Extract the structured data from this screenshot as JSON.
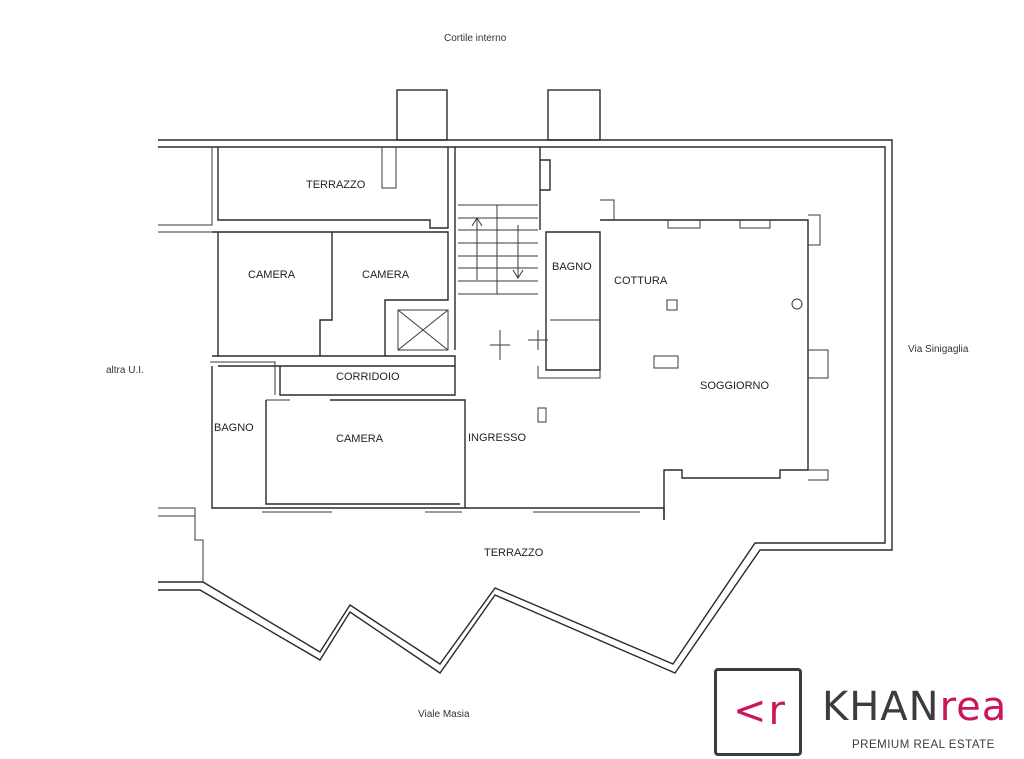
{
  "labels": {
    "courtyard": "Cortile interno",
    "terrace_top": "TERRAZZO",
    "camera_1": "CAMERA",
    "camera_2": "CAMERA",
    "bagno_1": "BAGNO",
    "cottura": "COTTURA",
    "via_sinigaglia": "Via Sinigaglia",
    "altra_ui": "altra U.I.",
    "corridoio": "CORRIDOIO",
    "soggiorno": "SOGGIORNO",
    "bagno_2": "BAGNO",
    "camera_3": "CAMERA",
    "ingresso": "INGRESSO",
    "terrace_bottom": "TERRAZZO",
    "viale_masia": "Viale Masia"
  },
  "logo": {
    "mark": "<r",
    "brand_left": "KHAN",
    "brand_right": "rea",
    "tagline": "PREMIUM REAL ESTATE",
    "primary_color": "#3b3b42",
    "accent_color": "#c8185b"
  }
}
